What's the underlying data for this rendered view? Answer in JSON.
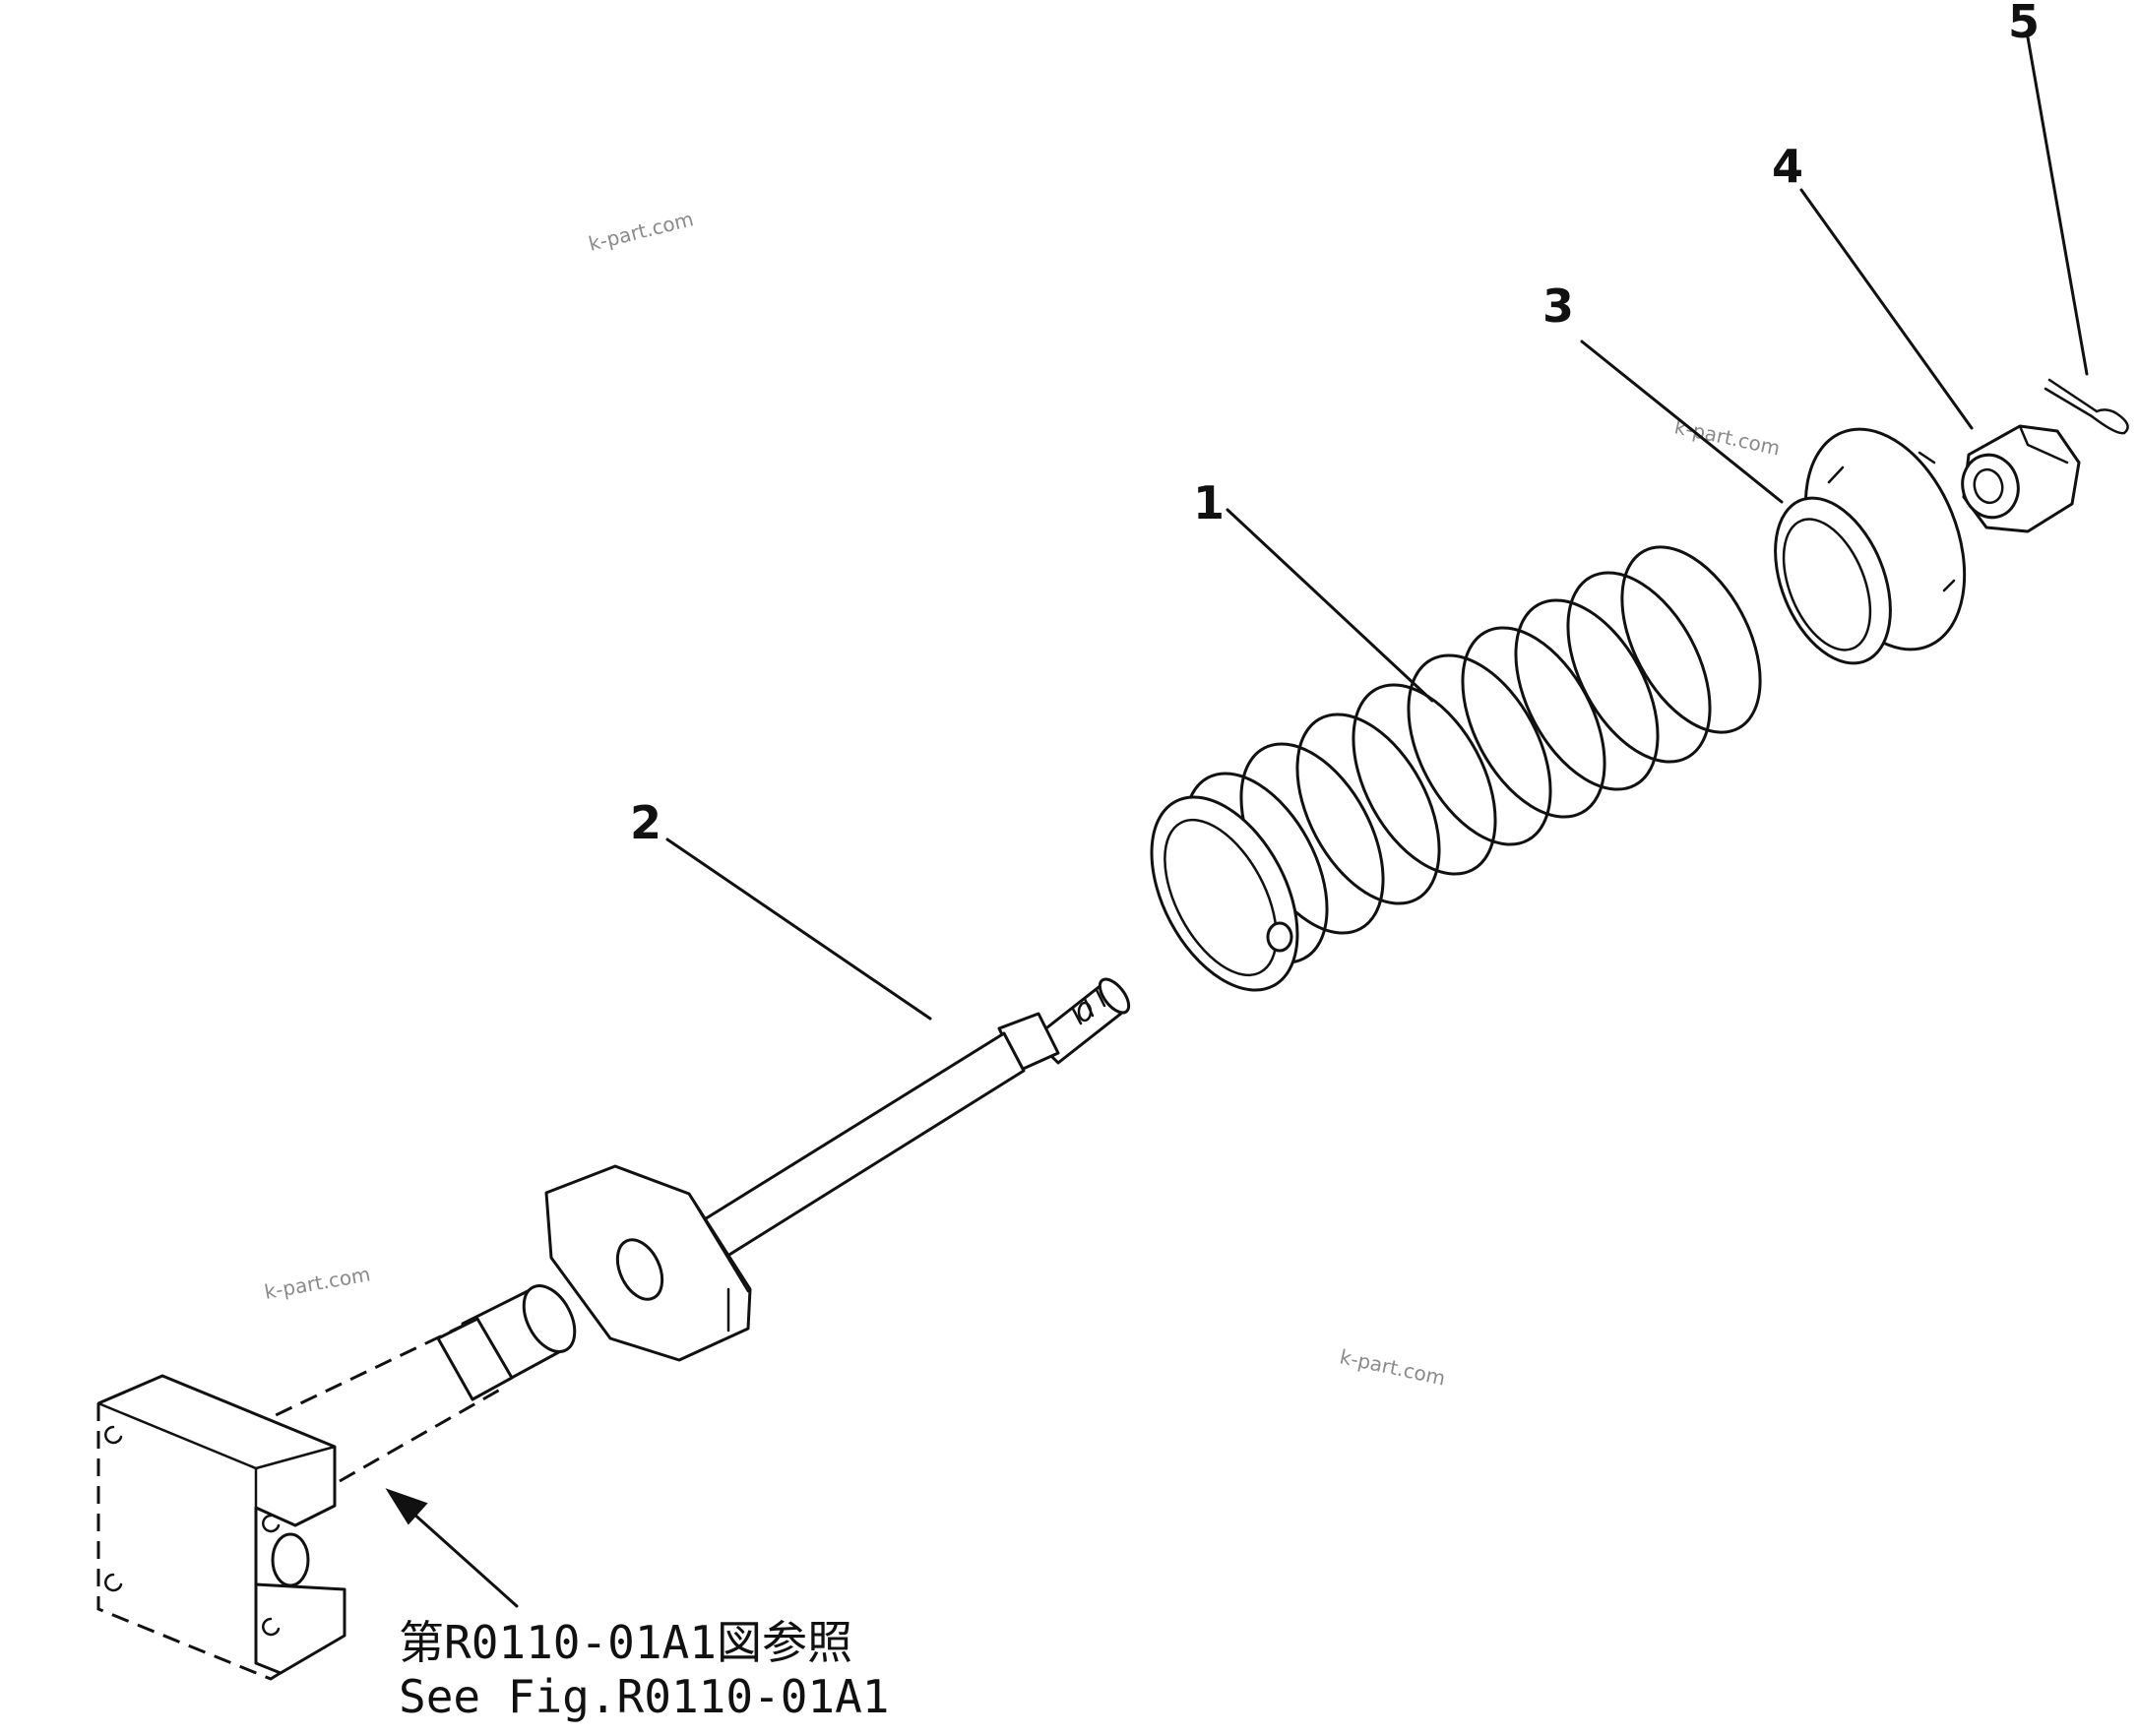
{
  "callouts": [
    {
      "label": "1"
    },
    {
      "label": "2"
    },
    {
      "label": "3"
    },
    {
      "label": "4"
    },
    {
      "label": "5"
    }
  ],
  "reference": {
    "japanese": "第R0110-01A1図参照",
    "english": "See Fig.R0110-01A1"
  },
  "watermarks": [
    "k-part.com",
    "k-part.com",
    "k-part.com",
    "k-part.com"
  ]
}
